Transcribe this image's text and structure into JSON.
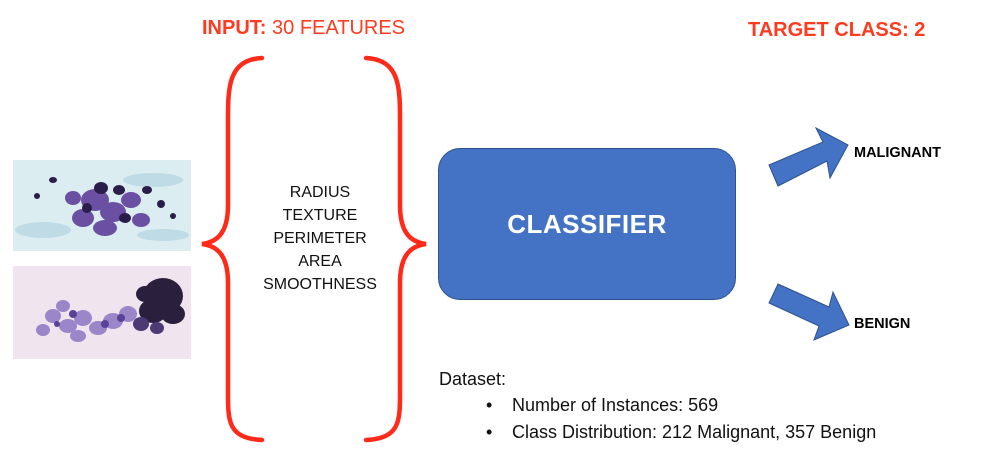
{
  "header": {
    "input_bold": "INPUT:",
    "input_rest": "30 FEATURES",
    "target": "TARGET CLASS: 2"
  },
  "features": [
    "RADIUS",
    "TEXTURE",
    "PERIMETER",
    "AREA",
    "SMOOTHNESS"
  ],
  "classifier": {
    "label": "CLASSIFIER",
    "color": "#4472c4"
  },
  "outputs": {
    "malignant": "MALIGNANT",
    "benign": "BENIGN",
    "arrow_color": "#4472c4"
  },
  "dataset": {
    "title": "Dataset:",
    "items": [
      "Number of Instances: 569",
      "Class Distribution: 212 Malignant, 357 Benign"
    ]
  },
  "colors": {
    "accent_red": "#ff3b1f",
    "brace_red": "#ff2a1a",
    "cell_purple": "#5b3f8f",
    "cell_dark": "#23183a"
  },
  "images": [
    {
      "subject": "stained cell cluster micrograph, blue-grey background"
    },
    {
      "subject": "stained cell cluster micrograph, pale pink background"
    }
  ]
}
